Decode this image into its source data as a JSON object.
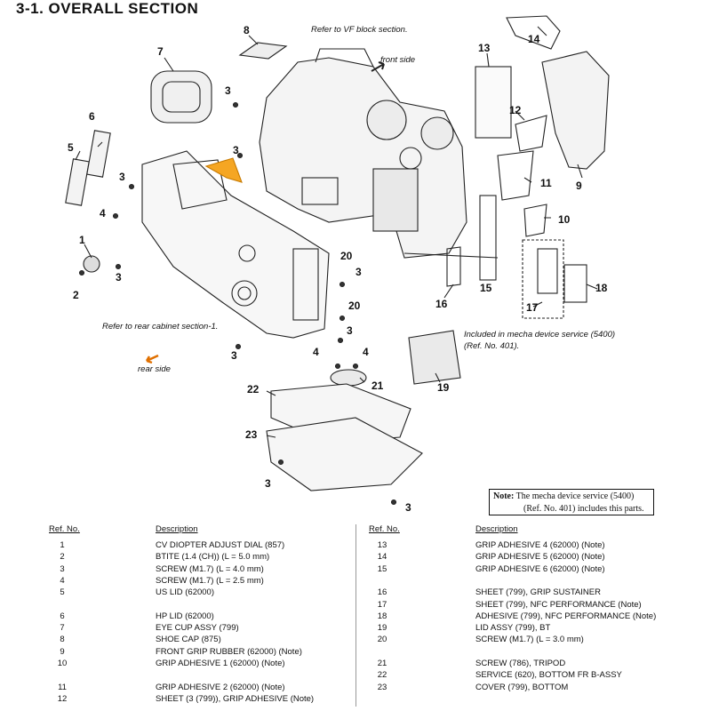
{
  "title": "3-1.  OVERALL  SECTION",
  "callouts": {
    "vf_block": "Refer to VF block section.",
    "front_side": "front side",
    "rear_cabinet": "Refer to rear cabinet section-1.",
    "rear_side": "rear side",
    "mecha_included": "Included in mecha device service (5400)",
    "mecha_ref": "(Ref. No. 401)."
  },
  "note": {
    "label": "Note:",
    "line1": "The mecha device service (5400)",
    "line2": "(Ref. No. 401) includes this parts."
  },
  "diagram_labels": [
    "1",
    "2",
    "3",
    "3",
    "3",
    "3",
    "3",
    "3",
    "3",
    "3",
    "4",
    "4",
    "4",
    "5",
    "6",
    "7",
    "8",
    "9",
    "10",
    "11",
    "12",
    "13",
    "14",
    "15",
    "16",
    "17",
    "18",
    "19",
    "20",
    "20",
    "21",
    "22",
    "23"
  ],
  "table": {
    "ref_header": "Ref. No.",
    "desc_header": "Description",
    "left": [
      {
        "ref": "1",
        "desc": "CV DIOPTER ADJUST DIAL (857)"
      },
      {
        "ref": "2",
        "desc": "BTITE (1.4 (CH)) (L = 5.0 mm)"
      },
      {
        "ref": "3",
        "desc": "SCREW (M1.7) (L = 4.0 mm)"
      },
      {
        "ref": "4",
        "desc": "SCREW (M1.7) (L = 2.5 mm)"
      },
      {
        "ref": "5",
        "desc": "US LID (62000)"
      },
      {
        "ref": "6",
        "desc": "HP LID (62000)"
      },
      {
        "ref": "7",
        "desc": "EYE CUP ASSY (799)"
      },
      {
        "ref": "8",
        "desc": "SHOE CAP (875)"
      },
      {
        "ref": "9",
        "desc": "FRONT GRIP RUBBER (62000) (Note)"
      },
      {
        "ref": "10",
        "desc": "GRIP ADHESIVE 1 (62000) (Note)"
      },
      {
        "ref": "11",
        "desc": "GRIP ADHESIVE 2 (62000) (Note)"
      },
      {
        "ref": "12",
        "desc": "SHEET (3 (799)), GRIP ADHESIVE (Note)"
      }
    ],
    "right": [
      {
        "ref": "13",
        "desc": "GRIP ADHESIVE 4 (62000) (Note)"
      },
      {
        "ref": "14",
        "desc": "GRIP ADHESIVE 5 (62000) (Note)"
      },
      {
        "ref": "15",
        "desc": "GRIP ADHESIVE 6 (62000) (Note)"
      },
      {
        "ref": "16",
        "desc": "SHEET (799), GRIP SUSTAINER"
      },
      {
        "ref": "17",
        "desc": "SHEET (799), NFC PERFORMANCE (Note)"
      },
      {
        "ref": "18",
        "desc": "ADHESIVE (799), NFC PERFORMANCE (Note)"
      },
      {
        "ref": "19",
        "desc": "LID ASSY (799), BT"
      },
      {
        "ref": "20",
        "desc": "SCREW (M1.7) (L = 3.0 mm)"
      },
      {
        "ref": "21",
        "desc": "SCREW (786), TRIPOD"
      },
      {
        "ref": "22",
        "desc": "SERVICE (620), BOTTOM FR B-ASSY"
      },
      {
        "ref": "23",
        "desc": "COVER (799), BOTTOM"
      }
    ]
  }
}
